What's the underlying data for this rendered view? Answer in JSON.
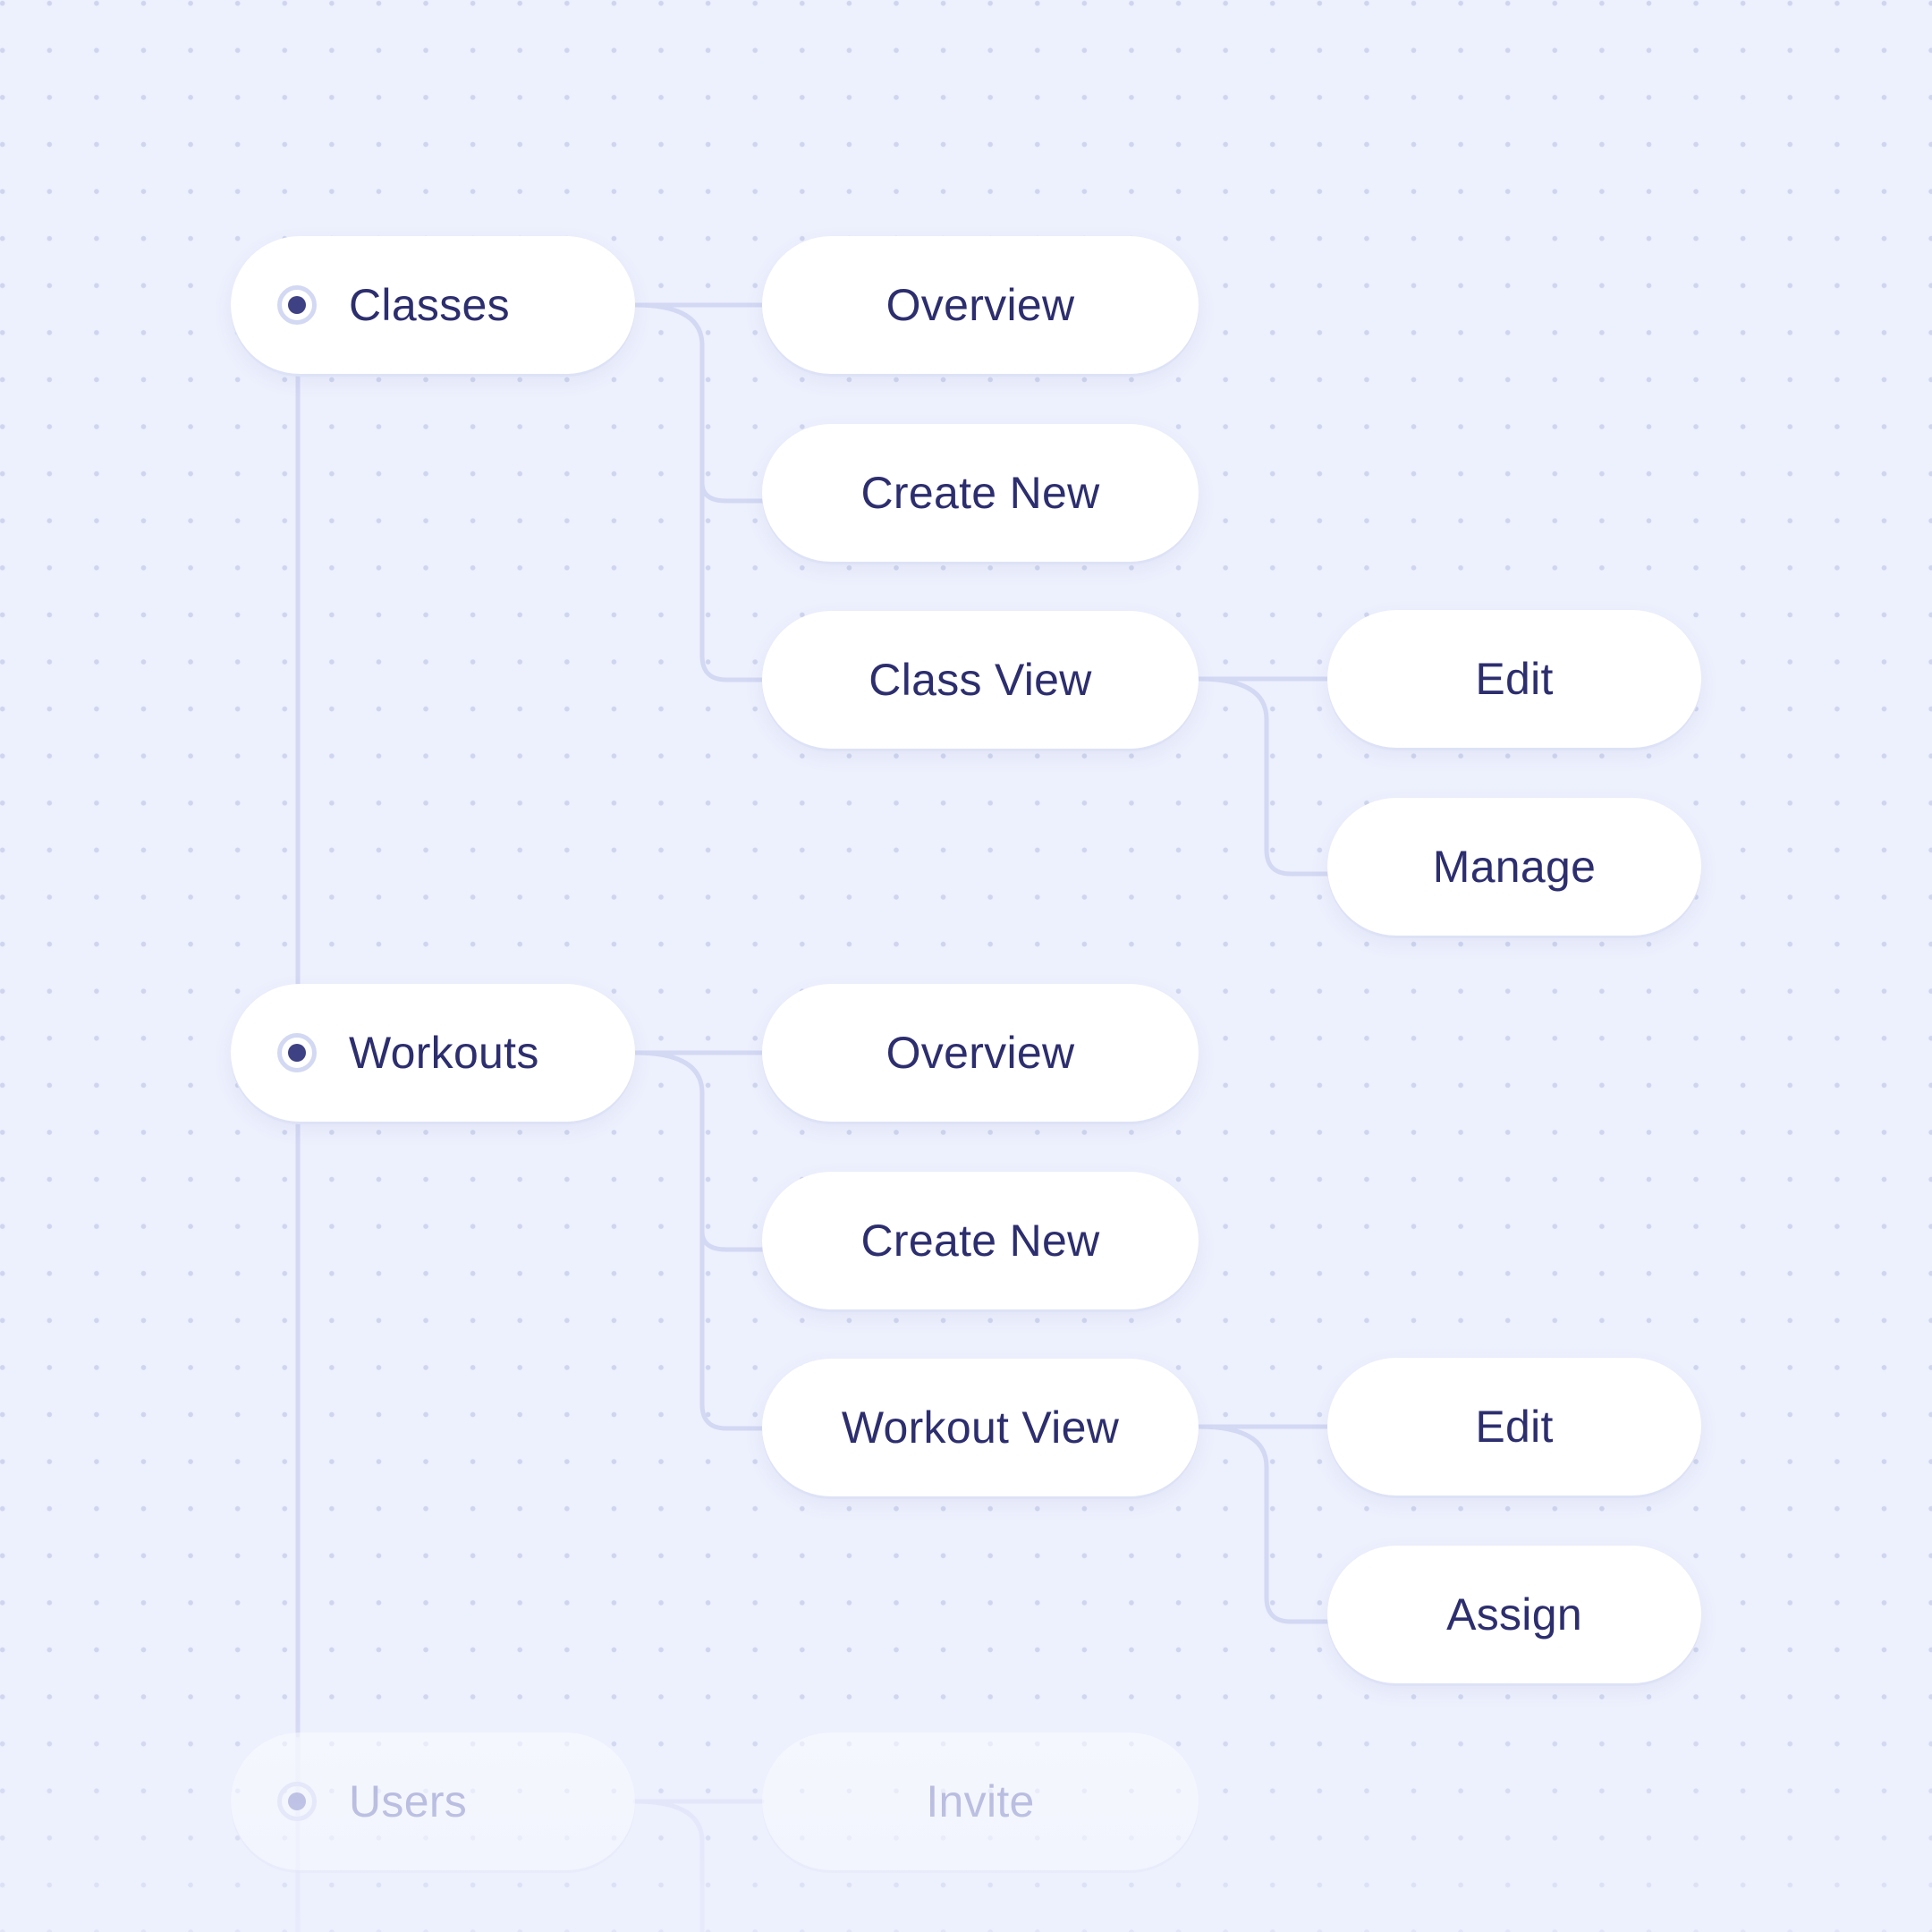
{
  "sitemap": {
    "sections": [
      {
        "label": "Classes",
        "children": [
          {
            "label": "Overview"
          },
          {
            "label": "Create New"
          },
          {
            "label": "Class View",
            "children": [
              {
                "label": "Edit"
              },
              {
                "label": "Manage"
              }
            ]
          }
        ]
      },
      {
        "label": "Workouts",
        "children": [
          {
            "label": "Overview"
          },
          {
            "label": "Create New"
          },
          {
            "label": "Workout View",
            "children": [
              {
                "label": "Edit"
              },
              {
                "label": "Assign"
              }
            ]
          }
        ]
      },
      {
        "label": "Users",
        "children": [
          {
            "label": "Invite"
          }
        ]
      }
    ]
  },
  "colors": {
    "background": "#edf0fd",
    "node_fill": "#ffffff",
    "text": "#2d2e6e",
    "connector": "#d3d8f3",
    "radio_dot": "#3e4183",
    "faded_text": "#a8acd6"
  }
}
